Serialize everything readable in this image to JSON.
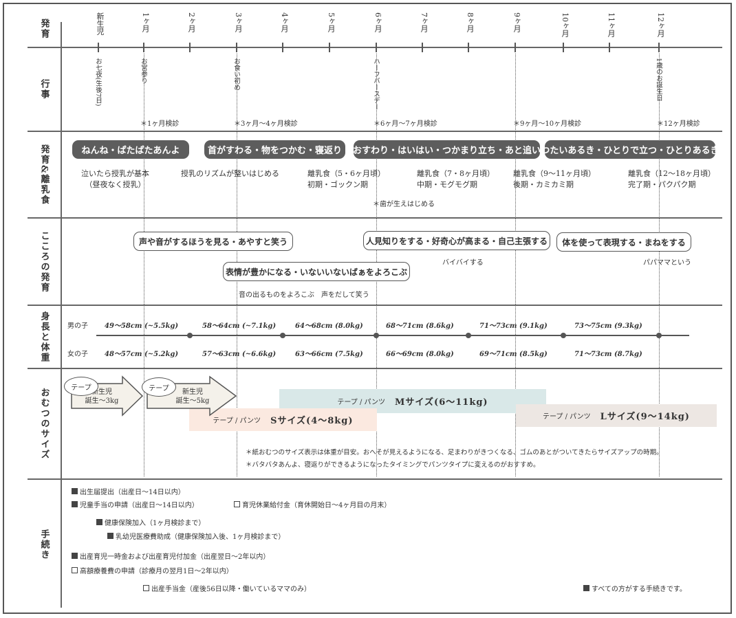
{
  "sections": {
    "development": "発育",
    "events": "行事",
    "feeding": "発育&離乳食",
    "mind": "こころの発育",
    "size": "身長と体重",
    "diaper": "おむつのサイズ",
    "procedures": "手続き"
  },
  "months": [
    "新生児",
    "1ヶ月",
    "2ヶ月",
    "3ヶ月",
    "4ヶ月",
    "5ヶ月",
    "6ヶ月",
    "7ヶ月",
    "8ヶ月",
    "9ヶ月",
    "10ヶ月",
    "11ヶ月",
    "12ヶ月"
  ],
  "events": [
    {
      "month_index": 0,
      "text": "お七夜(生後7日)"
    },
    {
      "month_index": 1,
      "text": "お宮参り"
    },
    {
      "month_index": 3,
      "text": "お食い初め"
    },
    {
      "month_index": 6,
      "text": "ハーフバースデー"
    },
    {
      "month_index": 12,
      "text": "1歳のお誕生日"
    }
  ],
  "checkups": [
    "＊1ヶ月検診",
    "＊3ヶ月〜4ヶ月検診",
    "＊6ヶ月〜7ヶ月検診",
    "＊9ヶ月〜10ヶ月検診",
    "＊12ヶ月検診"
  ],
  "development_stages": [
    "ねんね・ぱたぱたあんよ",
    "首がすわる・物をつかむ・寝返り",
    "おすわり・はいはい・つかまり立ち・あと追い",
    "つたいあるき・ひとりで立つ・ひとりあるき"
  ],
  "feeding_notes": [
    {
      "line1": "泣いたら授乳が基本",
      "line2": "（昼夜なく授乳）"
    },
    {
      "line1": "授乳のリズムが整いはじめる",
      "line2": ""
    },
    {
      "line1": "離乳食（5・6ヶ月頃）",
      "line2": "初期・ゴックン期"
    },
    {
      "line1": "離乳食（7・8ヶ月頃）",
      "line2": "中期・モグモグ期"
    },
    {
      "line1": "離乳食（9〜11ヶ月頃）",
      "line2": "後期・カミカミ期"
    },
    {
      "line1": "離乳食（12〜18ヶ月頃）",
      "line2": "完了期・パクパク期"
    }
  ],
  "teeth_note": "＊歯が生えはじめる",
  "mind_bubbles": [
    "声や音がするほうを見る・あやすと笑う",
    "表情が豊かになる・いないいないばぁをよろこぶ",
    "人見知りをする・好奇心が高まる・自己主張する",
    "体を使って表現する・まねをする"
  ],
  "mind_small": [
    "音の出るものをよろこぶ　声をだして笑う",
    "バイバイする",
    "パパママという"
  ],
  "size": {
    "boy_label": "男の子",
    "girl_label": "女の子",
    "boys": [
      "49〜58cm (~5.5kg)",
      "58〜64cm (~7.1kg)",
      "64〜68cm (8.0kg)",
      "68〜71cm (8.6kg)",
      "71〜73cm (9.1kg)",
      "73〜75cm (9.3kg)"
    ],
    "girls": [
      "48〜57cm (~5.2kg)",
      "57〜63cm (~6.6kg)",
      "63〜66cm (7.5kg)",
      "66〜69cm (8.0kg)",
      "69〜71cm (8.5kg)",
      "71〜73cm (8.7kg)"
    ]
  },
  "diaper": {
    "tape_label": "テープ",
    "arrow1_line1": "新生児",
    "arrow1_line2": "誕生〜3kg",
    "arrow2_line1": "新生児",
    "arrow2_line2": "誕生〜5kg",
    "s_prefix": "テープ / パンツ",
    "s_size": "Sサイズ(4〜8kg)",
    "m_prefix": "テープ / パンツ",
    "m_size": "Mサイズ(6〜11kg)",
    "l_prefix": "テープ / パンツ",
    "l_size": "Lサイズ(9〜14kg)",
    "note1": "＊紙おむつのサイズ表示は体重が目安。おへそが見えるようになる、足まわりがきつくなる、ゴムのあとがついてきたらサイズアップの時期。",
    "note2": "＊バタバタあんよ、寝返りができるようになったタイミングでパンツタイプに変えるのがおすすめ。",
    "colors": {
      "s": "#fbe9e0",
      "m": "#d9e8e8",
      "l": "#ede7e3",
      "arrow": "#f4f1ea"
    }
  },
  "procedures": [
    {
      "filled": true,
      "text": "出生届提出（出産日〜14日以内）"
    },
    {
      "filled": true,
      "text": "児童手当の申請（出産日〜14日以内）"
    },
    {
      "filled": false,
      "text": "育児休業給付金（育休開始日〜4ヶ月目の月末）"
    },
    {
      "filled": true,
      "text": "健康保険加入（1ヶ月検診まで）"
    },
    {
      "filled": true,
      "text": "乳幼児医療費助成（健康保険加入後、1ヶ月検診まで）"
    },
    {
      "filled": true,
      "text": "出産育児一時金および出産育児付加金（出産翌日〜2年以内）"
    },
    {
      "filled": false,
      "text": "高額療養費の申請（診療月の翌月1日〜2年以内）"
    },
    {
      "filled": false,
      "text": "出産手当金（産後56日以降・働いているママのみ）"
    }
  ],
  "legend": {
    "filled": true,
    "text": "すべての方がする手続きです。"
  },
  "colors": {
    "pill": "#5d5d5d",
    "line": "#666666"
  }
}
